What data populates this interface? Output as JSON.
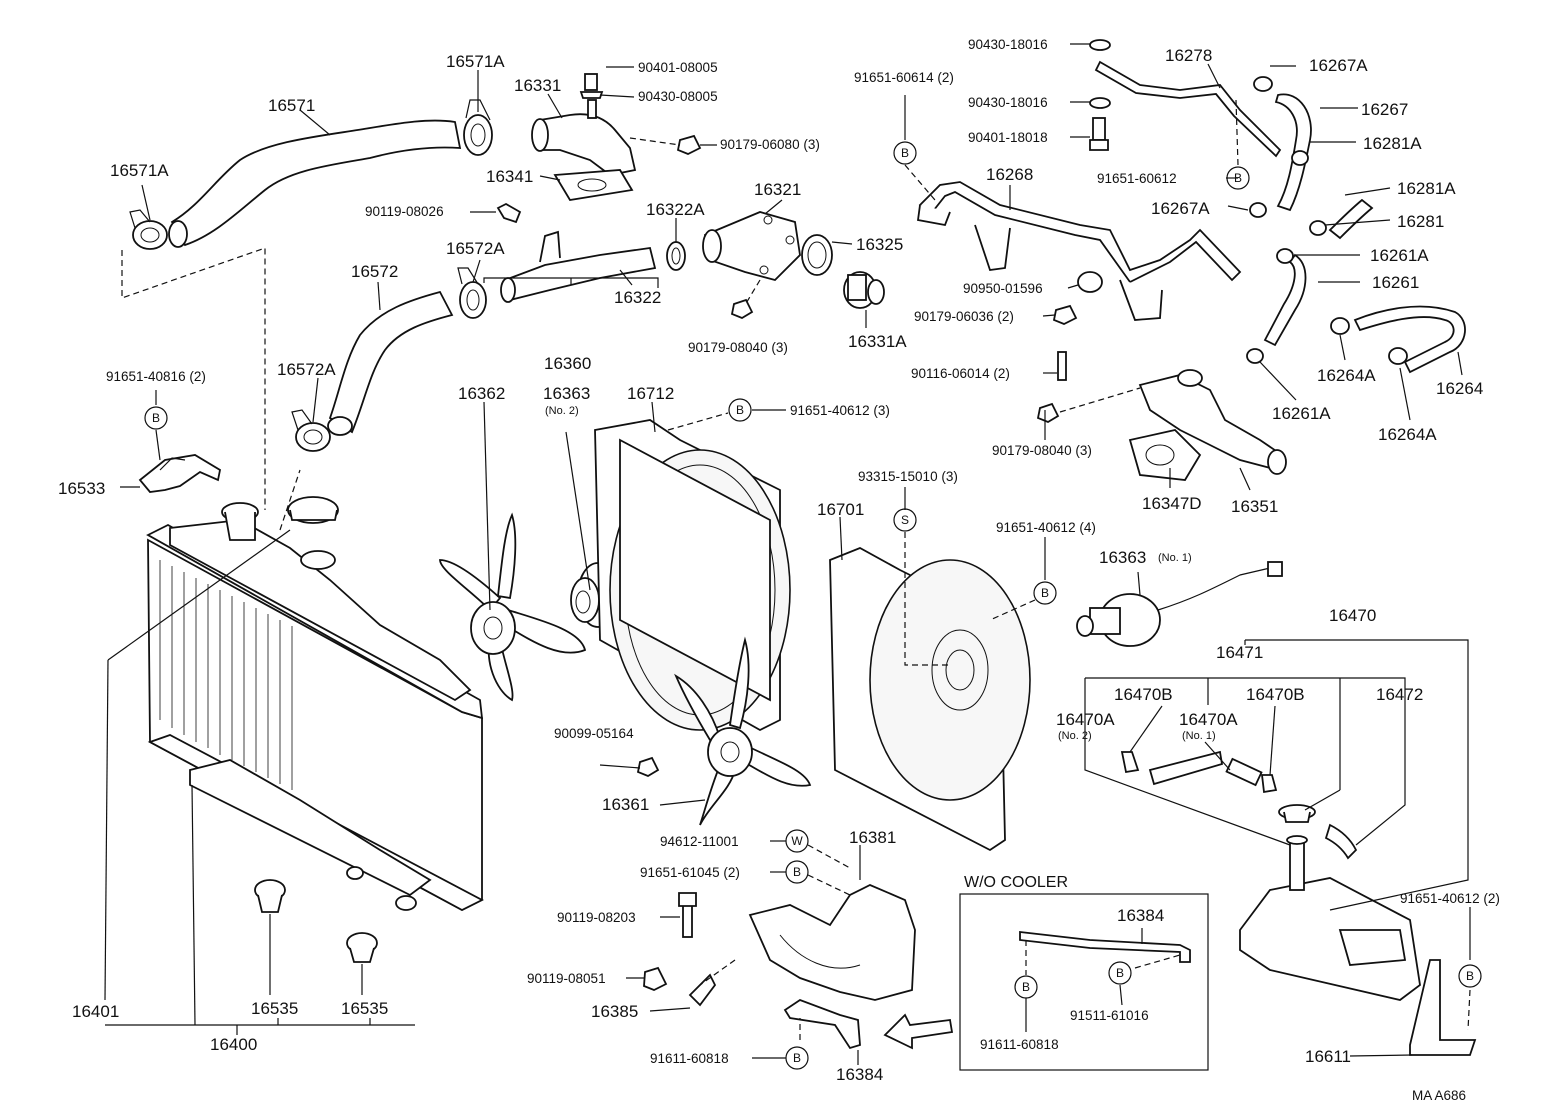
{
  "labels": {
    "p16571": "16571",
    "p16571A_top": "16571A",
    "p16571A_left": "16571A",
    "p16331": "16331",
    "p90401_08005": "90401-08005",
    "p90430_08005": "90430-08005",
    "p90179_06080": "90179-06080 (3)",
    "p16341": "16341",
    "p90119_08026": "90119-08026",
    "p16572A_top": "16572A",
    "p16572": "16572",
    "p16572A_mid": "16572A",
    "p16322A": "16322A",
    "p16321": "16321",
    "p16325": "16325",
    "p16322": "16322",
    "p90179_08040_a": "90179-08040 (3)",
    "p16331A": "16331A",
    "p91651_40816": "91651-40816 (2)",
    "p16533": "16533",
    "p16360": "16360",
    "p16362": "16362",
    "p16363": "16363",
    "p16363_no2": "(No. 2)",
    "p16712": "16712",
    "p91651_40612_3": "91651-40612 (3)",
    "p90430_18016_a": "90430-18016",
    "p16278": "16278",
    "p16267A_a": "16267A",
    "p91651_60614": "91651-60614 (2)",
    "p90430_18016_b": "90430-18016",
    "p16267": "16267",
    "p90401_18018": "90401-18018",
    "p16281A_a": "16281A",
    "p91651_60612": "91651-60612",
    "p16268": "16268",
    "p16281A_b": "16281A",
    "p16267A_b": "16267A",
    "p16281": "16281",
    "p16261A_a": "16261A",
    "p90950_01596": "90950-01596",
    "p16261": "16261",
    "p90179_06036": "90179-06036 (2)",
    "p16264A_a": "16264A",
    "p16264": "16264",
    "p90116_06014": "90116-06014 (2)",
    "p16261A_b": "16261A",
    "p16264A_b": "16264A",
    "p90179_08040_b": "90179-08040 (3)",
    "p16347D": "16347D",
    "p16351": "16351",
    "p93315_15010": "93315-15010 (3)",
    "p16701": "16701",
    "p91651_40612_4": "91651-40612 (4)",
    "p16363_no1": "16363",
    "p16363_no1_sub": "(No. 1)",
    "p16470": "16470",
    "p16471": "16471",
    "p16470B_a": "16470B",
    "p16470B_b": "16470B",
    "p16472": "16472",
    "p16470A_a": "16470A",
    "p16470A_a_sub": "(No. 2)",
    "p16470A_b": "16470A",
    "p16470A_b_sub": "(No. 1)",
    "p90099_05164": "90099-05164",
    "p16361": "16361",
    "p94612_11001": "94612-11001",
    "p16381": "16381",
    "p91651_61045": "91651-61045 (2)",
    "p90119_08203": "90119-08203",
    "p90119_08051": "90119-08051",
    "p16385": "16385",
    "p91611_60818_a": "91611-60818",
    "p16384_a": "16384",
    "wo_cooler": "W/O COOLER",
    "p16384_b": "16384",
    "p91611_60818_b": "91611-60818",
    "p91511_61016": "91511-61016",
    "p91651_40612_2": "91651-40612 (2)",
    "p16611": "16611",
    "p16401": "16401",
    "p16535_a": "16535",
    "p16535_b": "16535",
    "p16400": "16400",
    "ref_code": "MA  A686"
  },
  "symbols": {
    "B": "B",
    "S": "S",
    "W": "W"
  }
}
